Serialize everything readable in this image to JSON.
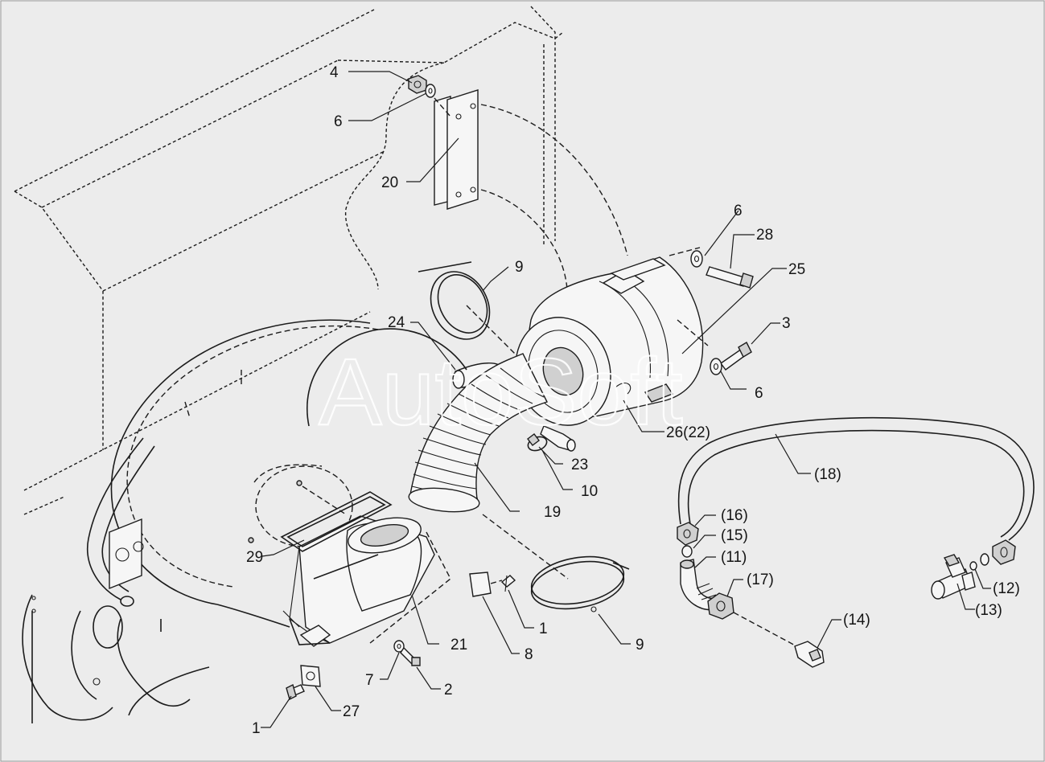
{
  "watermark": "AutoSoft",
  "labels": {
    "n4": "4",
    "n6a": "6",
    "n20": "20",
    "n9a": "9",
    "n24": "24",
    "n6b": "6",
    "n28": "28",
    "n25": "25",
    "n3": "3",
    "n6c": "6",
    "n26": "26(22)",
    "n23": "23",
    "n10": "10",
    "n19": "19",
    "n18": "(18)",
    "n16": "(16)",
    "n15": "(15)",
    "n11": "(11)",
    "n17": "(17)",
    "n12": "(12)",
    "n13": "(13)",
    "n14": "(14)",
    "n29": "29",
    "n21": "21",
    "n8": "8",
    "n1a": "1",
    "n9b": "9",
    "n7": "7",
    "n2": "2",
    "n27": "27",
    "n1b": "1"
  }
}
